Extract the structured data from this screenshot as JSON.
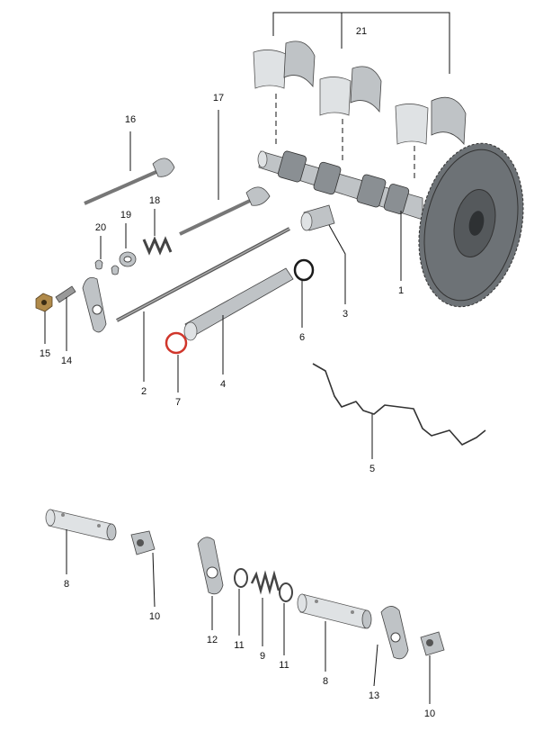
{
  "callouts": {
    "c1": "1",
    "c2": "2",
    "c3": "3",
    "c4": "4",
    "c5": "5",
    "c6": "6",
    "c7": "7",
    "c8a": "8",
    "c8b": "8",
    "c9": "9",
    "c10a": "10",
    "c10b": "10",
    "c11a": "11",
    "c11b": "11",
    "c12": "12",
    "c13": "13",
    "c14": "14",
    "c15": "15",
    "c16": "16",
    "c17": "17",
    "c18": "18",
    "c19": "19",
    "c20": "20",
    "c21": "21"
  },
  "colors": {
    "o_ring_red": "#d0362b",
    "o_ring_black": "#1a1a1a",
    "nut_brass": "#b08a4a"
  }
}
